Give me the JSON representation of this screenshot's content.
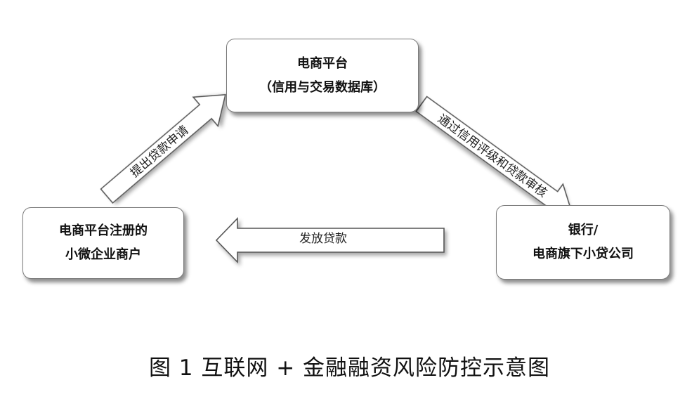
{
  "diagram": {
    "nodes": {
      "platform": {
        "line1": "电商平台",
        "line2": "（信用与交易数据库）"
      },
      "merchant": {
        "line1": "电商平台注册的",
        "line2": "小微企业商户"
      },
      "bank": {
        "line1": "银行/",
        "line2": "电商旗下小贷公司"
      }
    },
    "edges": {
      "apply": "提出贷款申请",
      "review": "通过信用评级和贷款审核",
      "disburse": "发放贷款"
    }
  },
  "caption": "图 1 互联网 + 金融融资风险防控示意图"
}
